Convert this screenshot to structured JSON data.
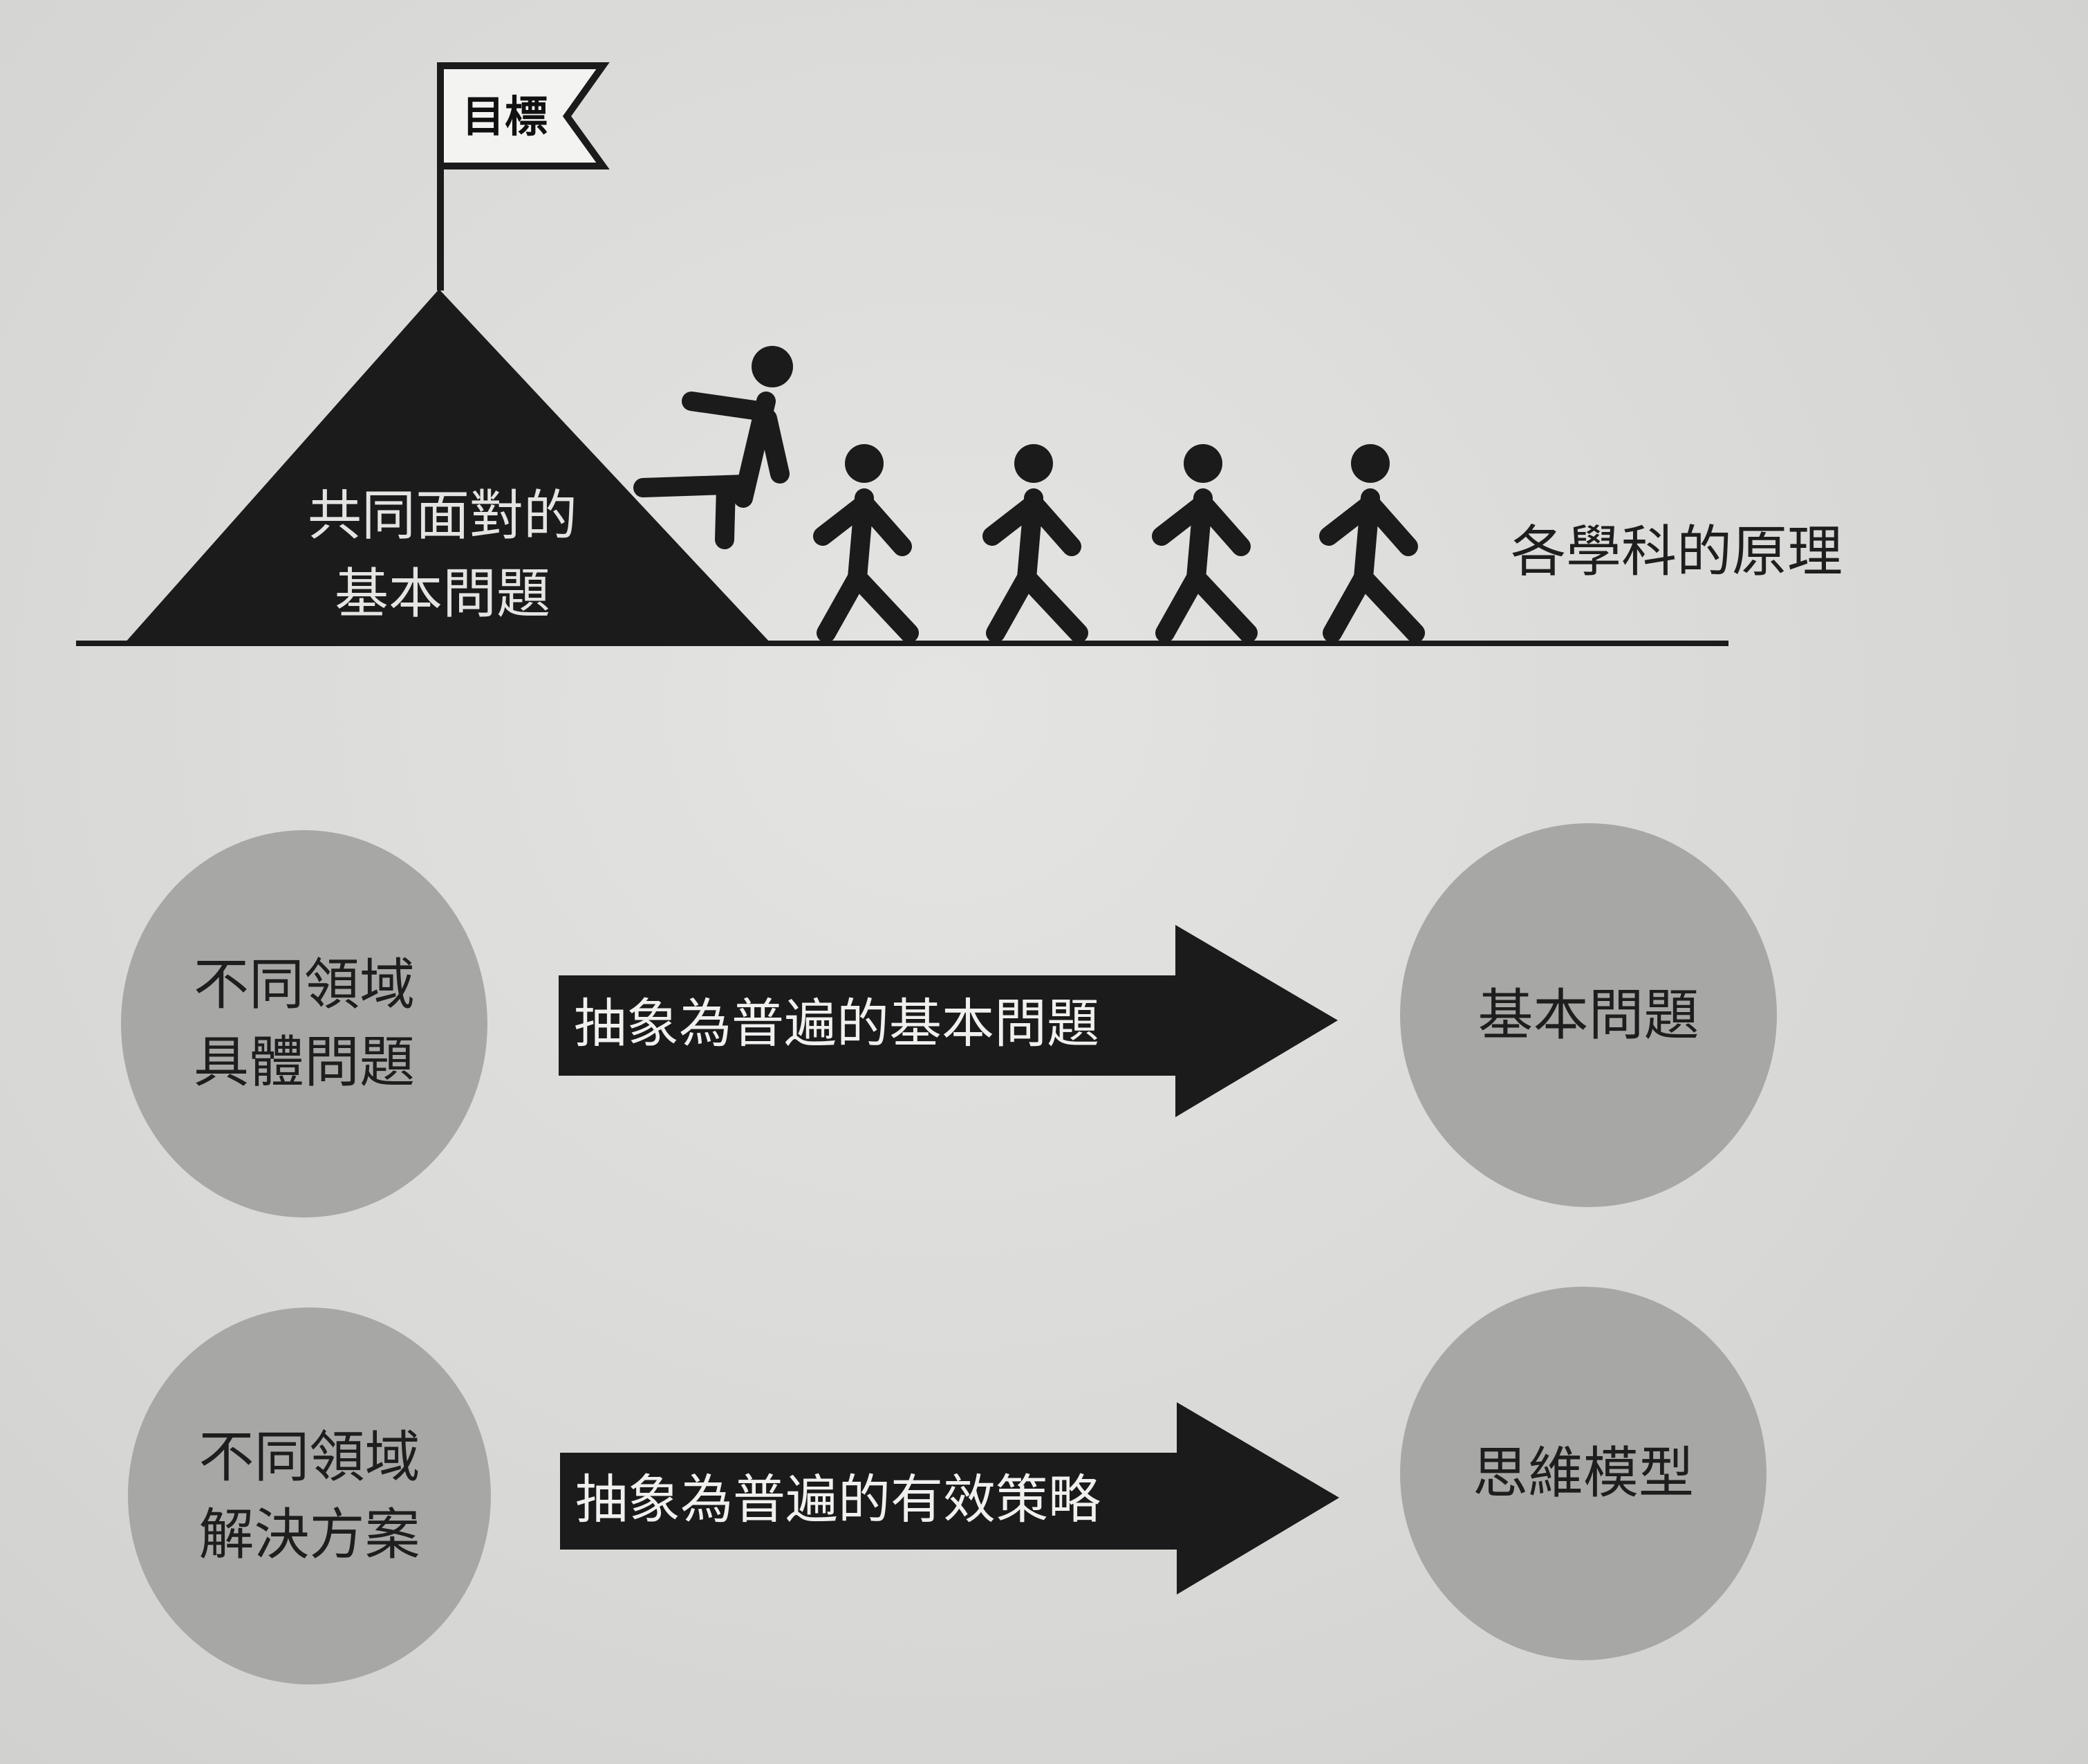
{
  "goal_flag": {
    "label": "目標"
  },
  "mountain": {
    "line1": "共同面對的",
    "line2": "基本問題"
  },
  "disciplines_label": "各學科的原理",
  "rows": [
    {
      "left": "不同領域\n具體問題",
      "arrow": "抽象為普遍的基本問題",
      "right": "基本問題"
    },
    {
      "left": "不同領域\n解決方案",
      "arrow": "抽象為普遍的有效策略",
      "right": "思維模型"
    }
  ],
  "colors": {
    "ink": "#1b1b1b",
    "circle": "#a7a7a5",
    "paper": "#dcdcda"
  }
}
